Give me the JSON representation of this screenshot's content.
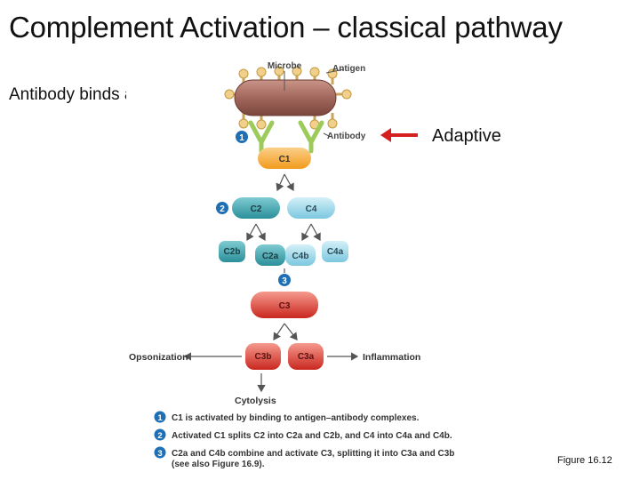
{
  "slide": {
    "title": "Complement Activation – classical pathway",
    "subtitle": "Antibody binds antigen",
    "annotation": "Adaptive",
    "figure_ref": "Figure 16.12"
  },
  "diagram": {
    "microbe": "Microbe",
    "antigen": "Antigen",
    "antibody": "Antibody",
    "c1": "C1",
    "c2": "C2",
    "c4": "C4",
    "c2b": "C2b",
    "c2a": "C2a",
    "c4b": "C4b",
    "c4a": "C4a",
    "c3": "C3",
    "c3b": "C3b",
    "c3a": "C3a",
    "opsonization": "Opsonization",
    "inflammation": "Inflammation",
    "cytolysis": "Cytolysis",
    "steps": [
      {
        "num": "1",
        "text": "C1 is activated by binding to antigen–antibody complexes."
      },
      {
        "num": "2",
        "text": "Activated C1 splits C2 into C2a and C2b, and C4 into C4a and C4b."
      },
      {
        "num": "3",
        "text": "C2a and C4b combine and activate C3, splitting it into C3a and C3b",
        "text2": "(see also Figure 16.9)."
      }
    ]
  },
  "colors": {
    "step_circle": "#1f6fb5",
    "arrow_red": "#d42020",
    "antibody": "#9ccb5c",
    "c1": "#f5a623",
    "c2": "#3aa7b0",
    "c4": "#8fd3e8",
    "c3": "#e0413a",
    "microbe": "#a2675c"
  }
}
